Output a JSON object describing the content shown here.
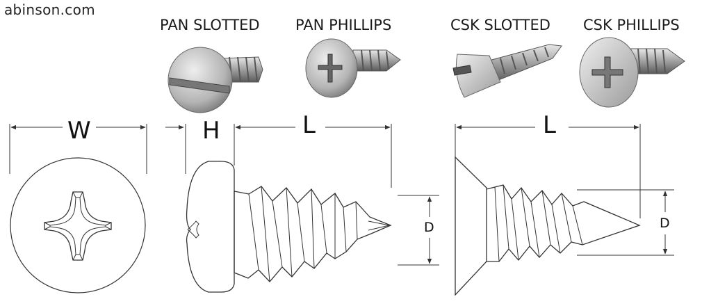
{
  "site": {
    "text": "abinson.com"
  },
  "types": [
    {
      "label": "PAN SLOTTED"
    },
    {
      "label": "PAN PHILLIPS"
    },
    {
      "label": "CSK SLOTTED"
    },
    {
      "label": "CSK PHILLIPS"
    }
  ],
  "dimensions": {
    "width": "W",
    "head_height": "H",
    "pan_length": "L",
    "pan_diameter": "D",
    "csk_length": "L",
    "csk_diameter": "D"
  }
}
